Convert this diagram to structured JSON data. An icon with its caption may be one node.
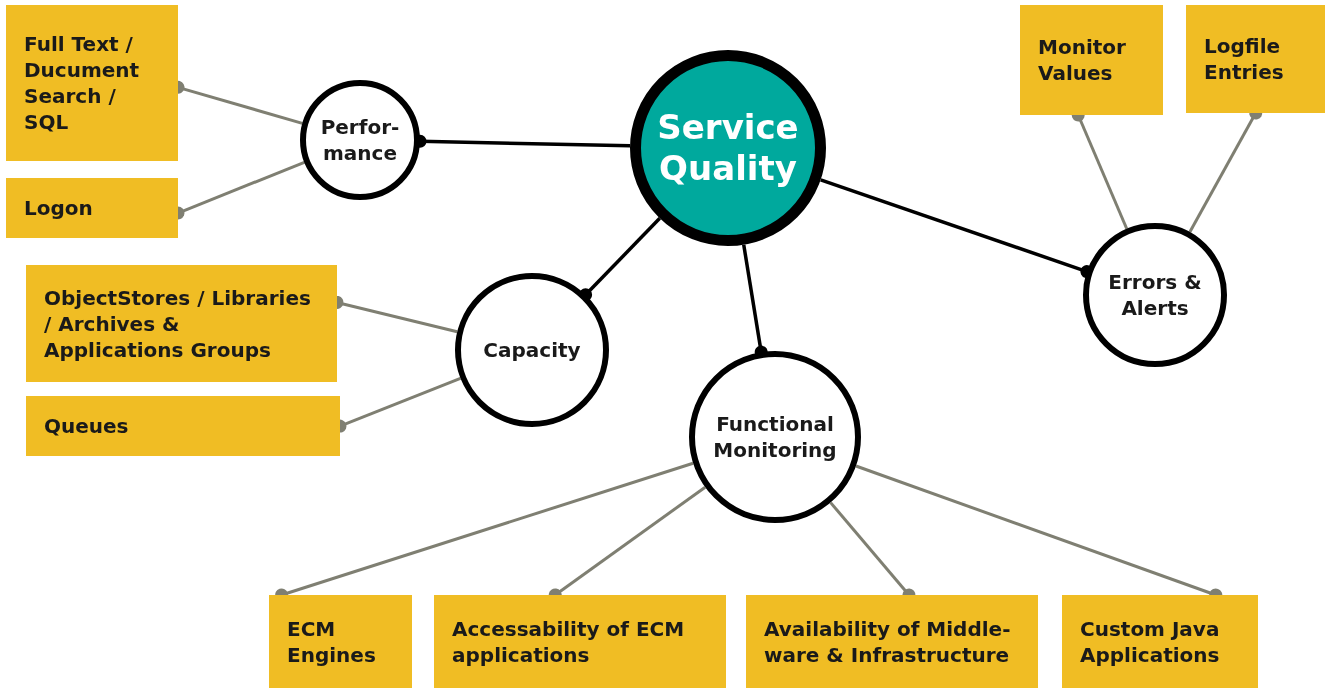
{
  "diagram": {
    "nodes": [
      {
        "text": [
          "Service Quality"
        ]
      },
      {
        "text": [
          "Perfor- mance"
        ]
      },
      {
        "text": [
          "Capacity"
        ]
      },
      {
        "text": [
          "Functional Monitoring"
        ]
      },
      {
        "text": [
          "Errors & Alerts"
        ]
      },
      {
        "text": [
          "Full Text / Ducument Search / SQL"
        ]
      },
      {
        "text": [
          "Logon"
        ]
      },
      {
        "text": [
          "ObjectStores / Libraries / Archives & Applications Groups"
        ]
      },
      {
        "text": [
          "Queues"
        ]
      },
      {
        "text": [
          "Monitor Values"
        ]
      },
      {
        "text": [
          "Logfile Entries"
        ]
      },
      {
        "text": [
          "ECM Engines"
        ]
      },
      {
        "text": [
          "Accessability of ECM applications"
        ]
      },
      {
        "text": [
          "Availability of Middle- ware & Infrastructure"
        ]
      },
      {
        "text": [
          "Custom Java Applications"
        ]
      }
    ],
    "edges": [
      {
        "from": 0,
        "to": 1,
        "arrow": "other",
        "color": "#000000"
      },
      {
        "from": 0,
        "to": 2,
        "arrow": "other",
        "color": "#000000"
      },
      {
        "from": 0,
        "to": 3,
        "arrow": "other",
        "color": "#000000"
      },
      {
        "from": 0,
        "to": 4,
        "arrow": "other",
        "color": "#000000"
      },
      {
        "from": 1,
        "to": 5,
        "arrow": "other"
      },
      {
        "from": 1,
        "to": 6,
        "arrow": "other"
      },
      {
        "from": 2,
        "to": 7,
        "arrow": "other"
      },
      {
        "from": 2,
        "to": 8,
        "arrow": "other"
      },
      {
        "from": 4,
        "to": 9,
        "arrow": "other"
      },
      {
        "from": 4,
        "to": 10,
        "arrow": "other"
      },
      {
        "from": 3,
        "to": 11,
        "arrow": "other"
      },
      {
        "from": 3,
        "to": 12,
        "arrow": "other"
      },
      {
        "from": 3,
        "to": 13,
        "arrow": "other"
      },
      {
        "from": 3,
        "to": 14,
        "arrow": "other"
      }
    ]
  }
}
